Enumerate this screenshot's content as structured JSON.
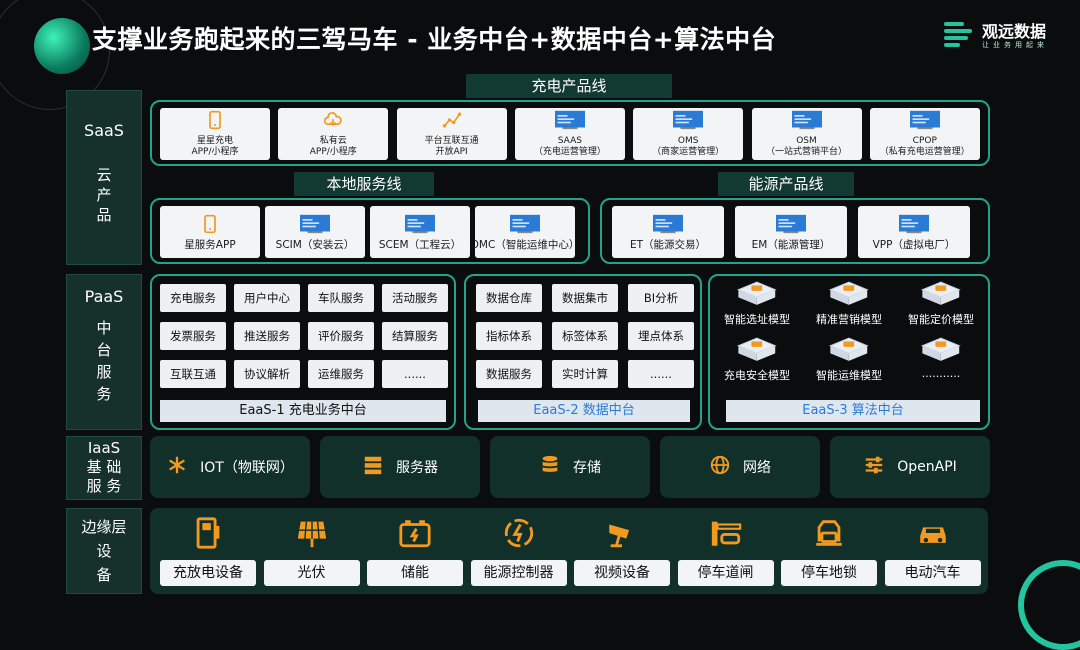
{
  "title": "支撑业务跑起来的三驾马车 - 业务中台+数据中台+算法中台",
  "logo": {
    "name": "观远数据",
    "sub": "让业务用起来"
  },
  "side": {
    "saas": "SaaS",
    "saas_sub": "云\n产\n品",
    "paas": "PaaS",
    "paas_sub": "中\n台\n服\n务",
    "iaas": "IaaS\n基 础\n服 务",
    "edge": "边缘层\n设\n备"
  },
  "charging_line": {
    "title": "充电产品线",
    "cards": [
      {
        "label": "星星充电\nAPP/小程序",
        "icon": "phone-icon"
      },
      {
        "label": "私有云\nAPP/小程序",
        "icon": "cloud-icon"
      },
      {
        "label": "平台互联互通\n开放API",
        "icon": "network-icon"
      },
      {
        "label": "SAAS\n（充电运营管理）",
        "icon": "screen-icon"
      },
      {
        "label": "OMS\n（商家运营管理）",
        "icon": "screen-icon"
      },
      {
        "label": "OSM\n（一站式营销平台）",
        "icon": "screen-icon"
      },
      {
        "label": "CPOP\n（私有充电运营管理）",
        "icon": "screen-icon"
      }
    ]
  },
  "local_line": {
    "title": "本地服务线",
    "cards": [
      {
        "label": "星服务APP",
        "icon": "phone-icon"
      },
      {
        "label": "SCIM（安装云）",
        "icon": "screen-icon"
      },
      {
        "label": "SCEM（工程云）",
        "icon": "screen-icon"
      },
      {
        "label": "OMC（智能运维中心）",
        "icon": "screen-icon"
      }
    ]
  },
  "energy_line": {
    "title": "能源产品线",
    "cards": [
      {
        "label": "ET（能源交易）",
        "icon": "screen-icon"
      },
      {
        "label": "EM（能源管理）",
        "icon": "screen-icon"
      },
      {
        "label": "VPP（虚拟电厂）",
        "icon": "screen-icon"
      }
    ]
  },
  "biz_platform": {
    "services": [
      "充电服务",
      "用户中心",
      "车队服务",
      "活动服务",
      "发票服务",
      "推送服务",
      "评价服务",
      "结算服务",
      "互联互通",
      "协议解析",
      "运维服务",
      "......"
    ],
    "label": "EaaS-1 充电业务中台"
  },
  "data_platform": {
    "services": [
      "数据仓库",
      "数据集市",
      "BI分析",
      "指标体系",
      "标签体系",
      "埋点体系",
      "数据服务",
      "实时计算",
      "......"
    ],
    "label": "EaaS-2 数据中台"
  },
  "algo_platform": {
    "models": [
      "智能选址模型",
      "精准营销模型",
      "智能定价模型",
      "充电安全模型",
      "智能运维模型",
      "..........."
    ],
    "label": "EaaS-3 算法中台"
  },
  "iaas": [
    {
      "label": "IOT（物联网）",
      "icon": "iot-icon"
    },
    {
      "label": "服务器",
      "icon": "server-icon"
    },
    {
      "label": "存储",
      "icon": "storage-icon"
    },
    {
      "label": "网络",
      "icon": "globe-icon"
    },
    {
      "label": "OpenAPI",
      "icon": "sliders-icon"
    }
  ],
  "edge": [
    {
      "label": "充放电设备",
      "icon": "charger-icon"
    },
    {
      "label": "光伏",
      "icon": "solar-icon"
    },
    {
      "label": "储能",
      "icon": "battery-icon"
    },
    {
      "label": "能源控制器",
      "icon": "controller-icon"
    },
    {
      "label": "视频设备",
      "icon": "camera-icon"
    },
    {
      "label": "停车道闸",
      "icon": "gate-icon"
    },
    {
      "label": "停车地锁",
      "icon": "parking-lock-icon"
    },
    {
      "label": "电动汽车",
      "icon": "car-icon"
    }
  ],
  "colors": {
    "accent": "#23a38c",
    "orange": "#f29a1f",
    "blue": "#2a7bd6"
  }
}
